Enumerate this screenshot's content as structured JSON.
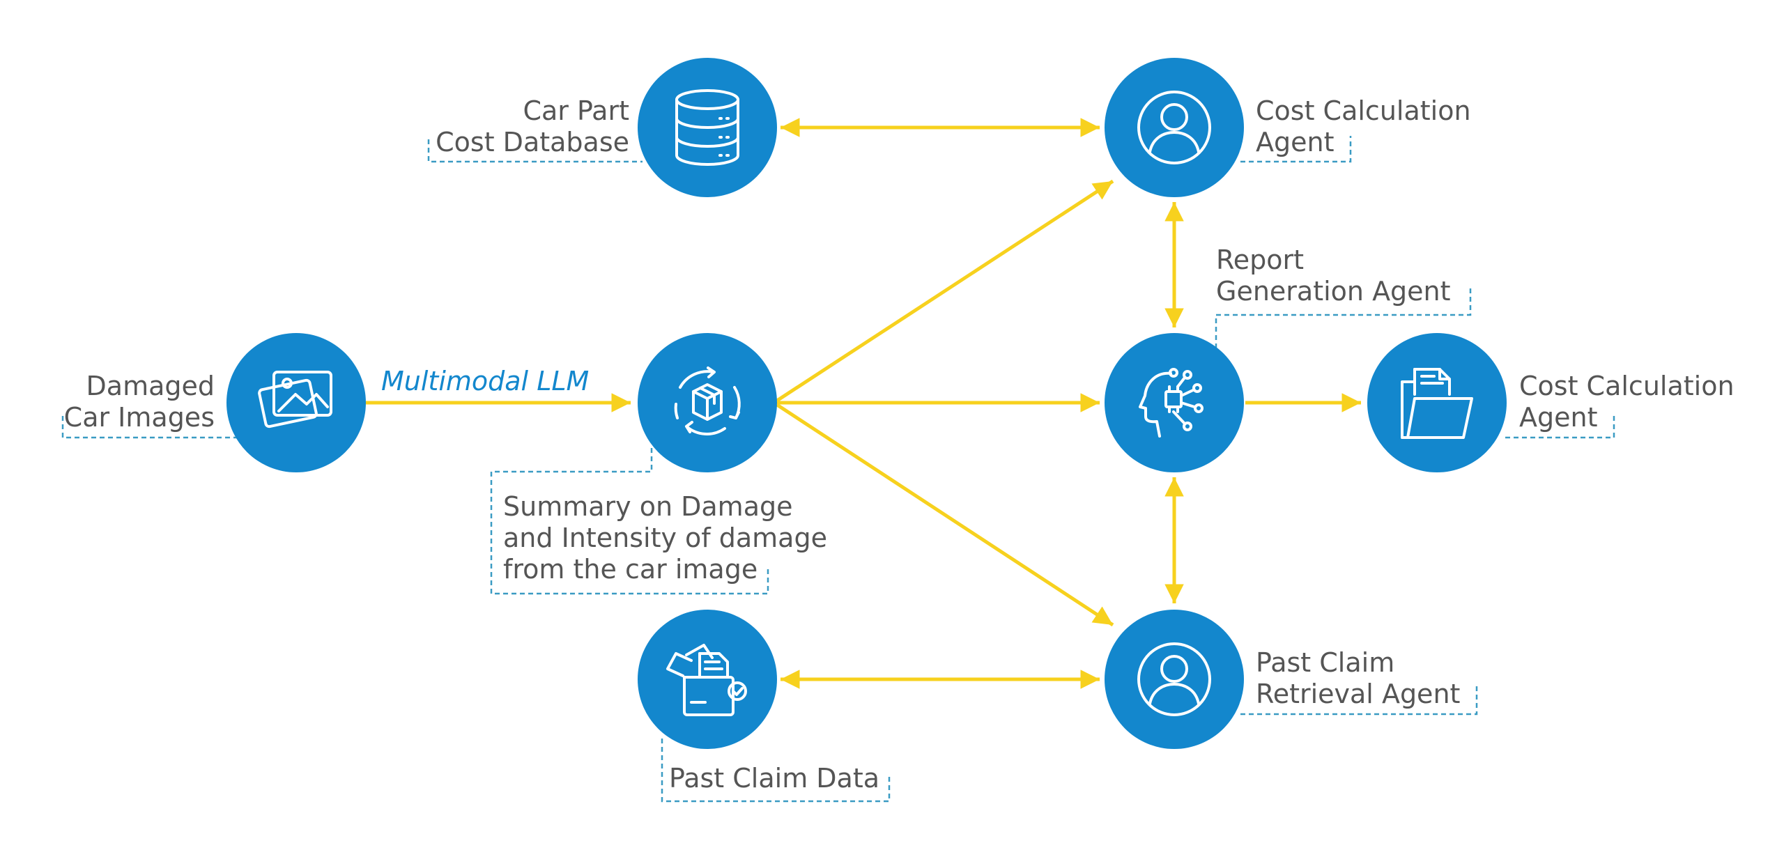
{
  "nodes": {
    "car_part_db": {
      "line1": "Car Part",
      "line2": "Cost Database",
      "icon": "database-icon"
    },
    "cost_calc_agent_top": {
      "line1": "Cost Calculation",
      "line2": "Agent",
      "icon": "user-icon"
    },
    "damaged_images": {
      "line1": "Damaged",
      "line2": "Car Images",
      "icon": "image-icon"
    },
    "llm_processor": {
      "icon": "box-cycle-icon"
    },
    "report_agent": {
      "line1": "Report",
      "line2": "Generation Agent",
      "icon": "ai-head-icon"
    },
    "cost_calc_agent_right": {
      "line1": "Cost Calculation",
      "line2": "Agent",
      "icon": "folder-icon"
    },
    "past_claim_data": {
      "line1": "Past Claim Data",
      "icon": "documents-folder-icon"
    },
    "past_claim_agent": {
      "line1": "Past Claim",
      "line2": "Retrieval Agent",
      "icon": "user-icon"
    }
  },
  "edge_label": "Multimodal LLM",
  "summary": {
    "line1": "Summary on Damage",
    "line2": "and Intensity of damage",
    "line3": "from the car image"
  },
  "colors": {
    "node": "#1387cd",
    "arrow": "#f7d11e",
    "bracket": "#3a9bc3",
    "text": "#555555"
  }
}
